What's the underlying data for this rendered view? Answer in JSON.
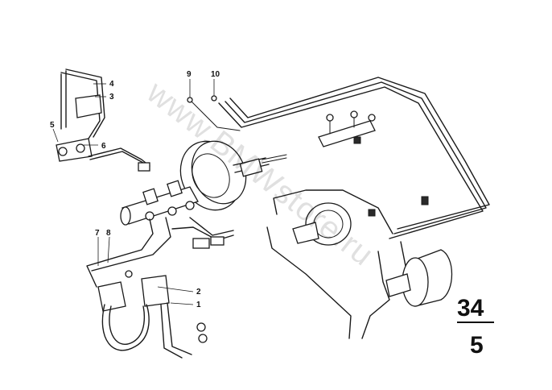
{
  "callouts": {
    "c1": "1",
    "c2": "2",
    "c3": "3",
    "c4": "4",
    "c5": "5",
    "c6": "6",
    "c7": "7",
    "c8": "8",
    "c9": "9",
    "c10": "10"
  },
  "page_ref": {
    "group": "34",
    "sub": "5"
  },
  "watermark": "www.BMWstore.ru"
}
